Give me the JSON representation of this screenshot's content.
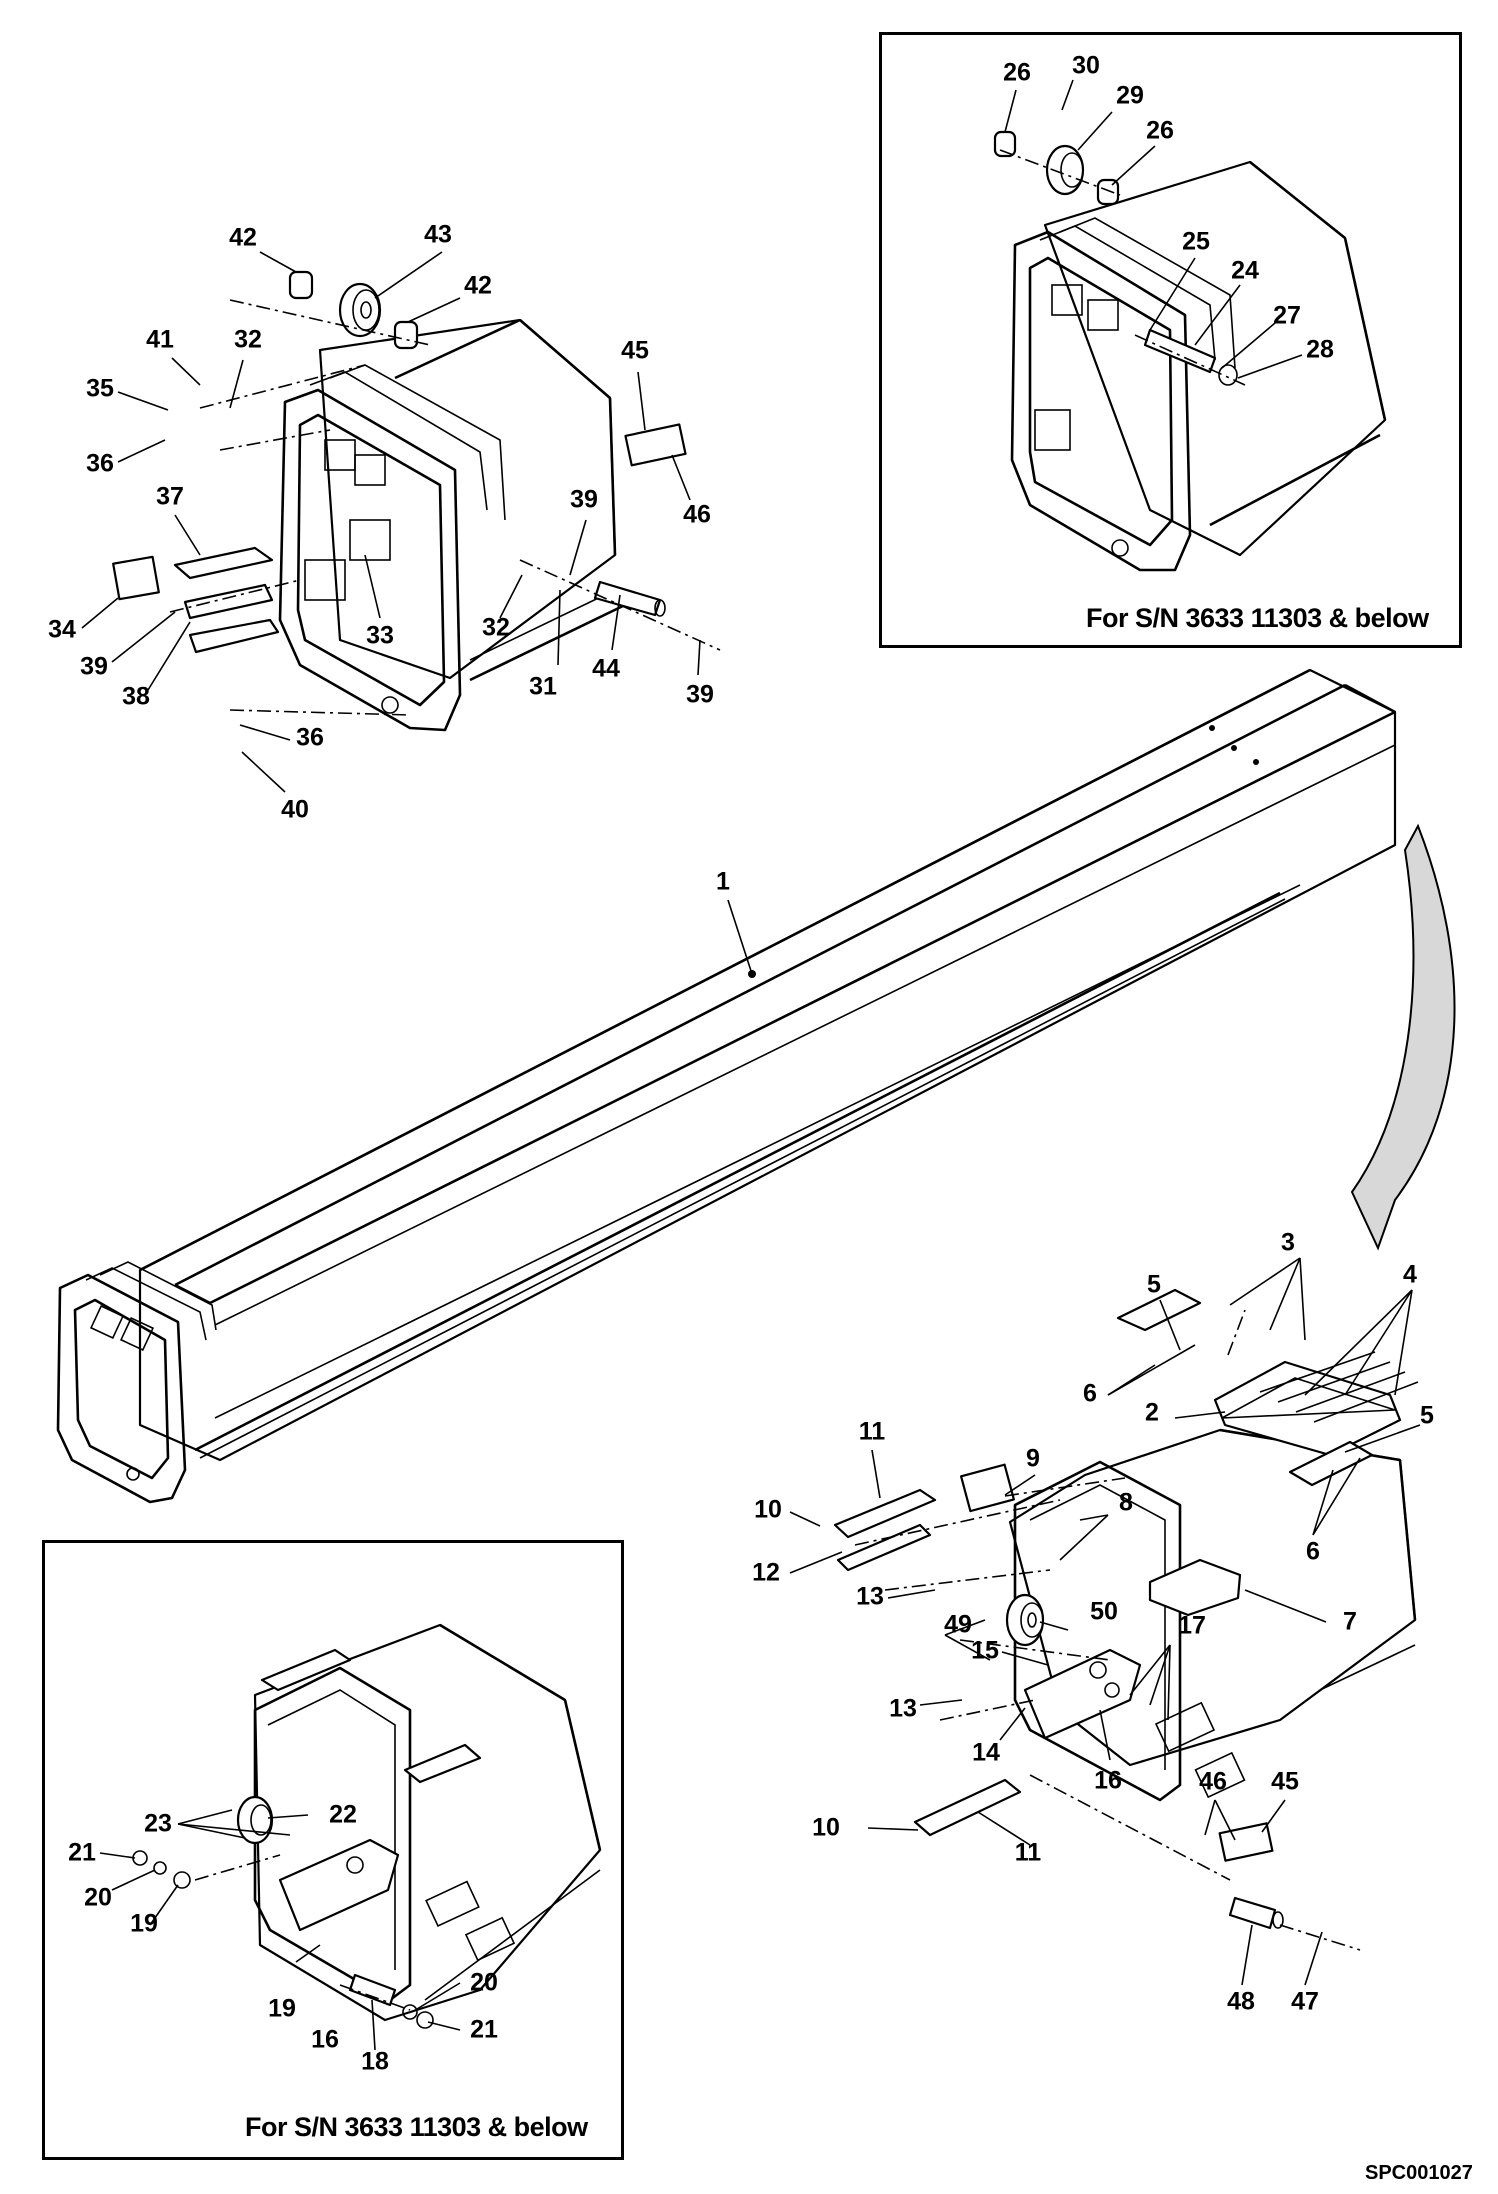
{
  "figure_id": "SPC001027",
  "inset_captions": {
    "top_right": "For S/N 3633 11303 & below",
    "bottom_left": "For S/N 3633 11303 & below"
  },
  "colors": {
    "line": "#000000",
    "background": "#ffffff",
    "arrow_fill": "#b8b8b8"
  },
  "callouts": {
    "c1": "1",
    "c2": "2",
    "c3": "3",
    "c4": "4",
    "c5a": "5",
    "c5b": "5",
    "c6a": "6",
    "c6b": "6",
    "c7": "7",
    "c8": "8",
    "c9": "9",
    "c10a": "10",
    "c10b": "10",
    "c11a": "11",
    "c11b": "11",
    "c12": "12",
    "c13a": "13",
    "c13b": "13",
    "c14": "14",
    "c15": "15",
    "c16a": "16",
    "c16b": "16",
    "c17": "17",
    "c18": "18",
    "c19a": "19",
    "c19b": "19",
    "c20a": "20",
    "c20b": "20",
    "c21a": "21",
    "c21b": "21",
    "c22": "22",
    "c23": "23",
    "c24": "24",
    "c25": "25",
    "c26a": "26",
    "c26b": "26",
    "c27": "27",
    "c28": "28",
    "c29": "29",
    "c30": "30",
    "c31": "31",
    "c32a": "32",
    "c32b": "32",
    "c33": "33",
    "c34": "34",
    "c35": "35",
    "c36a": "36",
    "c36b": "36",
    "c37": "37",
    "c38": "38",
    "c39a": "39",
    "c39b": "39",
    "c39c": "39",
    "c40": "40",
    "c41": "41",
    "c42a": "42",
    "c42b": "42",
    "c43": "43",
    "c44": "44",
    "c45a": "45",
    "c45b": "45",
    "c46a": "46",
    "c46b": "46",
    "c47": "47",
    "c48": "48",
    "c49": "49",
    "c50": "50"
  }
}
